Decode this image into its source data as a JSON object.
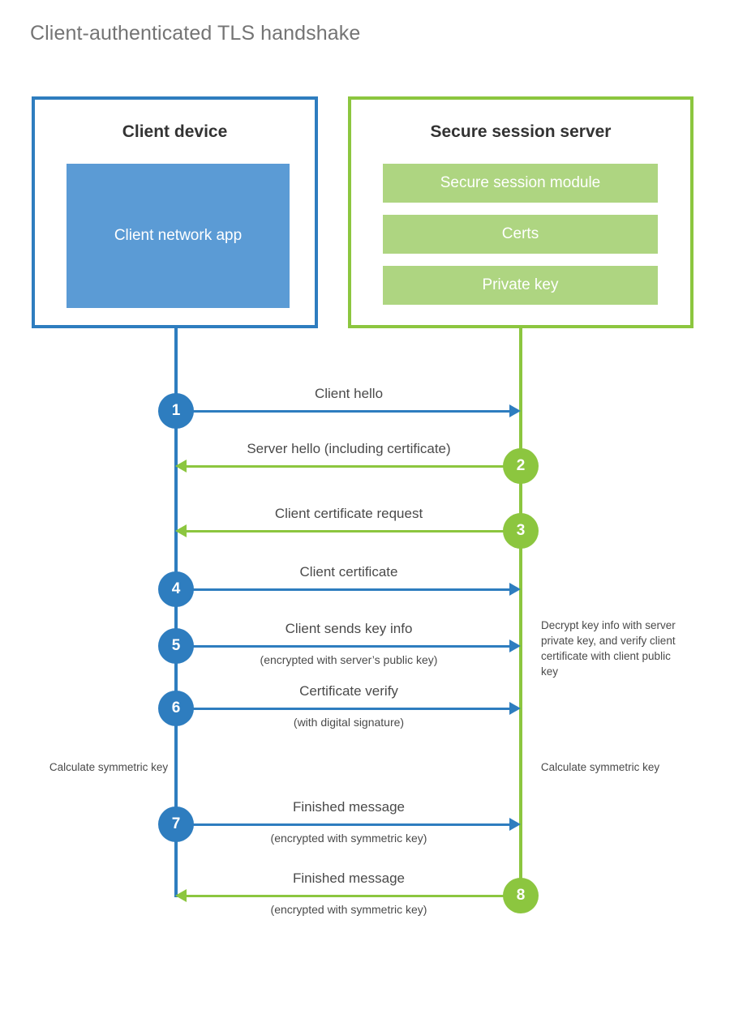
{
  "page": {
    "title": "Client-authenticated TLS handshake"
  },
  "colors": {
    "client_accent": "#2e7dbf",
    "client_fill": "#5b9bd5",
    "server_accent": "#8cc63f",
    "server_fill": "#aed581",
    "title_text": "#747474",
    "body_text": "#4a4a4a",
    "background": "#ffffff"
  },
  "client": {
    "title": "Client device",
    "app_label": "Client network app"
  },
  "server": {
    "title": "Secure session server",
    "components": [
      {
        "label": "Secure session module"
      },
      {
        "label": "Certs"
      },
      {
        "label": "Private key"
      }
    ]
  },
  "messages": [
    {
      "step": "1",
      "label": "Client hello",
      "sublabel": "",
      "direction": "client-to-server",
      "origin": "client"
    },
    {
      "step": "2",
      "label": "Server hello (including certificate)",
      "sublabel": "",
      "direction": "server-to-client",
      "origin": "server"
    },
    {
      "step": "3",
      "label": "Client certificate request",
      "sublabel": "",
      "direction": "server-to-client",
      "origin": "server"
    },
    {
      "step": "4",
      "label": "Client certificate",
      "sublabel": "",
      "direction": "client-to-server",
      "origin": "client"
    },
    {
      "step": "5",
      "label": "Client sends key info",
      "sublabel": "(encrypted with server’s public key)",
      "direction": "client-to-server",
      "origin": "client"
    },
    {
      "step": "6",
      "label": "Certificate verify",
      "sublabel": "(with digital signature)",
      "direction": "client-to-server",
      "origin": "client"
    },
    {
      "step": "7",
      "label": "Finished message",
      "sublabel": "(encrypted with symmetric key)",
      "direction": "client-to-server",
      "origin": "client"
    },
    {
      "step": "8",
      "label": "Finished message",
      "sublabel": "(encrypted with symmetric key)",
      "direction": "server-to-client",
      "origin": "server"
    }
  ],
  "notes": {
    "server_decrypt": "Decrypt key info with server private key, and verify client certificate with client public key",
    "client_calculate": "Calculate symmetric key",
    "server_calculate": "Calculate symmetric key"
  }
}
